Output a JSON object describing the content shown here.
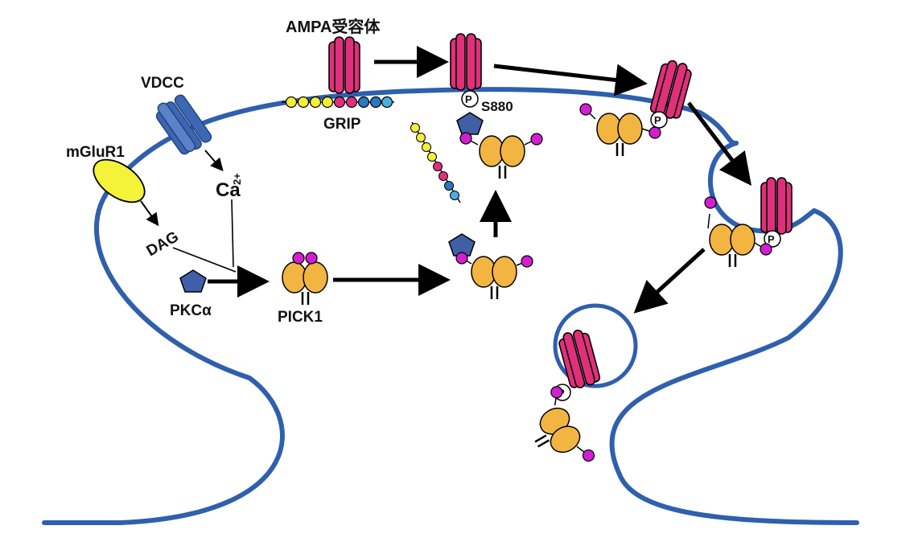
{
  "labels": {
    "ampa": "AMPA受容体",
    "vdcc": "VDCC",
    "mglur1": "mGluR1",
    "ca": "Ca",
    "ca_charge": "2+",
    "dag": "DAG",
    "pkca": "PKCα",
    "pick1": "PICK1",
    "grip": "GRIP",
    "s880": "S880",
    "phospho": "P"
  },
  "colors": {
    "membrane": "#2f5fad",
    "ampa_receptor": "#e0307a",
    "pick1": "#f2b541",
    "pick1_pdz": "#d020d0",
    "pkc": "#3f5fa6",
    "mglur1": "#f5f23a",
    "vdcc": "#3d66b3",
    "grip_yellow": "#f3ef38",
    "grip_pink": "#e0307a",
    "grip_blue": "#2a78c0",
    "grip_lightblue": "#4aaee0",
    "arrow": "#000000"
  },
  "icons": [
    "ampa-receptor-icon",
    "vdcc-channel-icon",
    "mglur1-receptor-icon",
    "pkc-alpha-icon",
    "pick1-dimer-icon",
    "grip-chain-icon",
    "phosphate-icon",
    "endocytic-vesicle-icon"
  ]
}
